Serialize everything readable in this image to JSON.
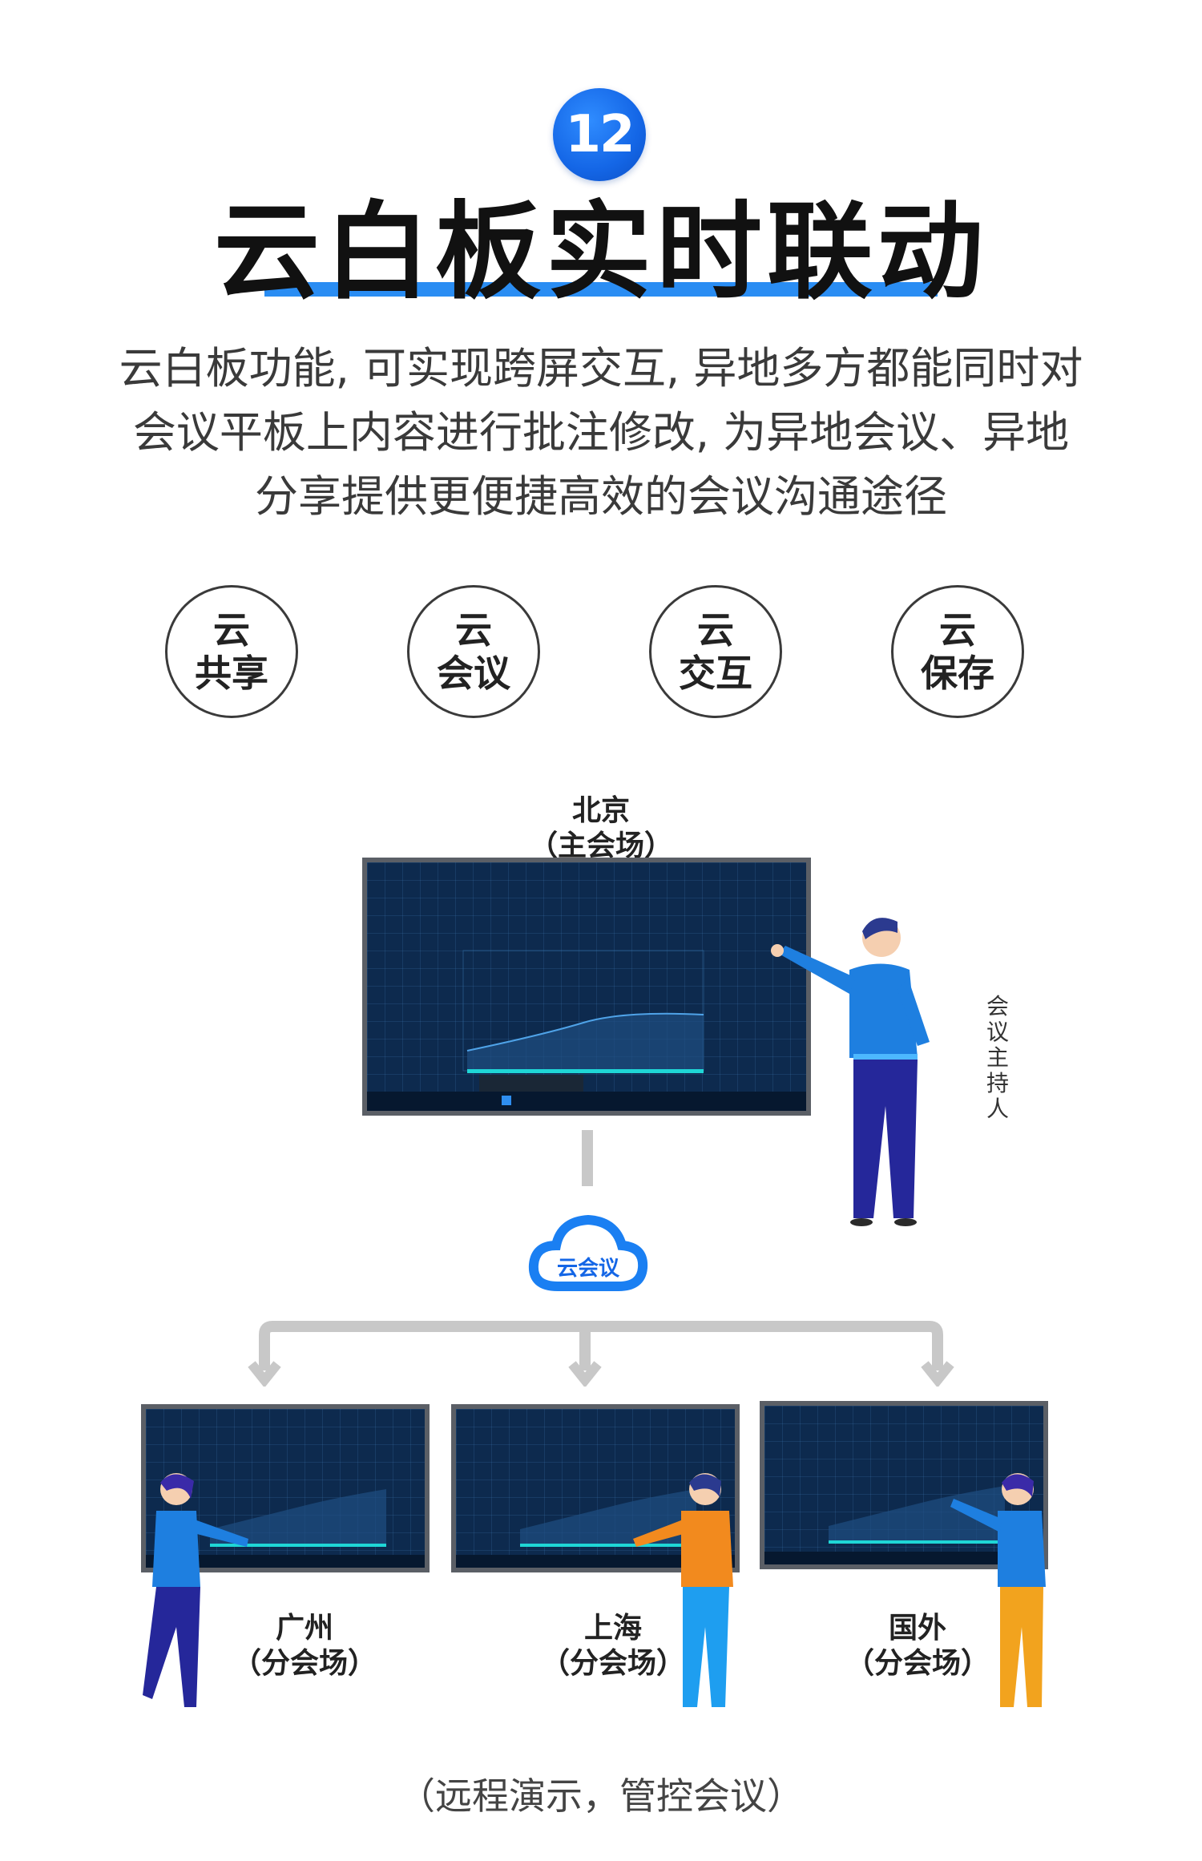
{
  "badge": {
    "number": "12"
  },
  "title": "云白板实时联动",
  "description": [
    "云白板功能, 可实现跨屏交互, 异地多方都能同时对",
    "会议平板上内容进行批注修改, 为异地会议、异地",
    "分享提供更便捷高效的会议沟通途径"
  ],
  "features": [
    {
      "line1": "云",
      "line2": "共享"
    },
    {
      "line1": "云",
      "line2": "会议"
    },
    {
      "line1": "云",
      "line2": "交互"
    },
    {
      "line1": "云",
      "line2": "保存"
    }
  ],
  "main_site": {
    "city": "北京",
    "role": "（主会场）"
  },
  "host_label": "会议主持人",
  "cloud_label": "云会议",
  "branch_sites": [
    {
      "city": "广州",
      "role": "（分会场）"
    },
    {
      "city": "上海",
      "role": "（分会场）"
    },
    {
      "city": "国外",
      "role": "（分会场）"
    }
  ],
  "footer": "（远程演示，管控会议）",
  "colors": {
    "accent_blue": "#1466e6",
    "underline_blue": "#2a8df3",
    "screen_bg": "#0d2a4e",
    "connector_gray": "#c8c8c8"
  }
}
